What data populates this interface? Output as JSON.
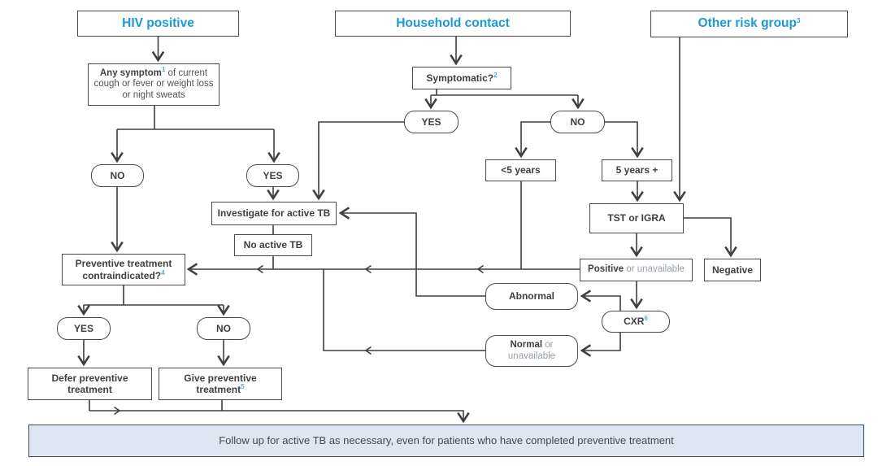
{
  "palette": {
    "header_text": "#1b9ad6",
    "line": "#3f3f3f",
    "box_border": "#4a4a4a",
    "text_primary": "#3f3f3f",
    "text_muted": "#979fa8",
    "superscript": "#62a6cd",
    "banner_fill": "#dde6f3",
    "banner_border": "#3e4851",
    "background": "#ffffff"
  },
  "headers": {
    "hiv": "HIV positive",
    "household": "Household contact",
    "other_risk": {
      "text": "Other risk group",
      "sup": "3"
    }
  },
  "labels": {
    "yes": "YES",
    "no": "NO"
  },
  "nodes": {
    "any_symptom": {
      "bold": "Any symptom",
      "sup": "1",
      "rest": " of current cough or fever or weight loss or night sweats"
    },
    "symptomatic": {
      "text": "Symptomatic?",
      "sup": "2"
    },
    "under_5": "<5 years",
    "over_5": "5 years +",
    "tst_igra": "TST or IGRA",
    "positive": {
      "bold": "Positive",
      "rest": " or unavailable"
    },
    "negative": "Negative",
    "abnormal": "Abnormal",
    "cxr": {
      "text": "CXR",
      "sup": "6"
    },
    "normal": {
      "bold": "Normal",
      "rest": " or unavailable"
    },
    "investigate": "Investigate for active TB",
    "no_active_tb": "No active TB",
    "contraindicated": {
      "text": "Preventive treatment contraindicated?",
      "sup": "4"
    },
    "defer": "Defer preventive treatment",
    "give": {
      "text": "Give preventive treatment",
      "sup": "5"
    },
    "follow_up": "Follow up for active TB as necessary, even for patients who have completed preventive treatment"
  }
}
